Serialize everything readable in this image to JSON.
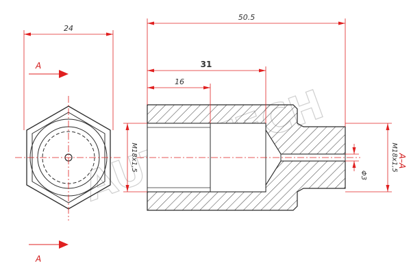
{
  "watermark": "AUTO-TECH",
  "colors": {
    "outline": "#2a2a2a",
    "dimension": "#e02020",
    "hatch": "#3a3a3a",
    "watermark": "#cfcfcf"
  },
  "dimensions": {
    "hex_width": "24",
    "overall_length": "50.5",
    "bore_depth": "31",
    "thread_depth": "16",
    "thread_left": "M18x1,5",
    "thread_right": "M18x1,5",
    "orifice_diameter": "Φ3"
  },
  "section": {
    "mark_top": "A",
    "mark_bottom": "A",
    "label": "A–A"
  }
}
